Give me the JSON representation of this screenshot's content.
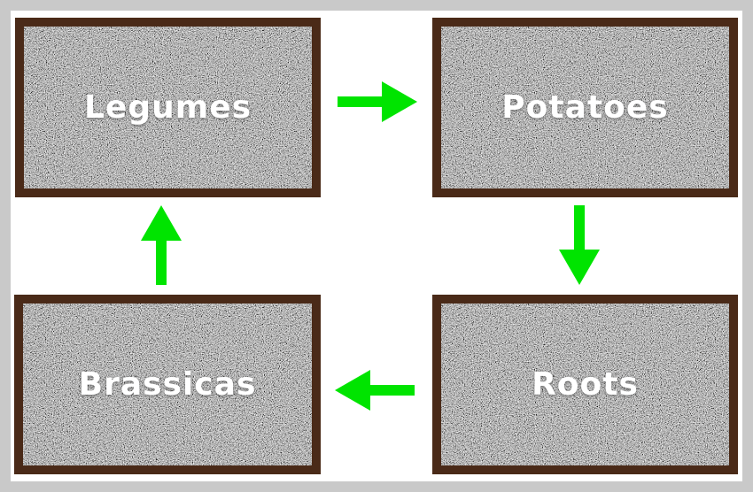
{
  "frame": {
    "border_color": "#c9c9c9",
    "background_color": "#ffffff"
  },
  "diagram": {
    "type": "cycle",
    "nodes": [
      {
        "id": "legumes",
        "label": "Legumes",
        "position": "top-left"
      },
      {
        "id": "potatoes",
        "label": "Potatoes",
        "position": "top-right"
      },
      {
        "id": "roots",
        "label": "Roots",
        "position": "bottom-right"
      },
      {
        "id": "brassicas",
        "label": "Brassicas",
        "position": "bottom-left"
      }
    ],
    "edges": [
      {
        "from": "legumes",
        "to": "potatoes",
        "direction": "right"
      },
      {
        "from": "potatoes",
        "to": "roots",
        "direction": "down"
      },
      {
        "from": "roots",
        "to": "brassicas",
        "direction": "left"
      },
      {
        "from": "brassicas",
        "to": "legumes",
        "direction": "up"
      }
    ],
    "colors": {
      "arrow": "#00e400",
      "node_border": "#4a2a18",
      "node_fill_base": "#757575",
      "node_texture": "soil-gravel",
      "label_text": "#ffffff"
    }
  }
}
